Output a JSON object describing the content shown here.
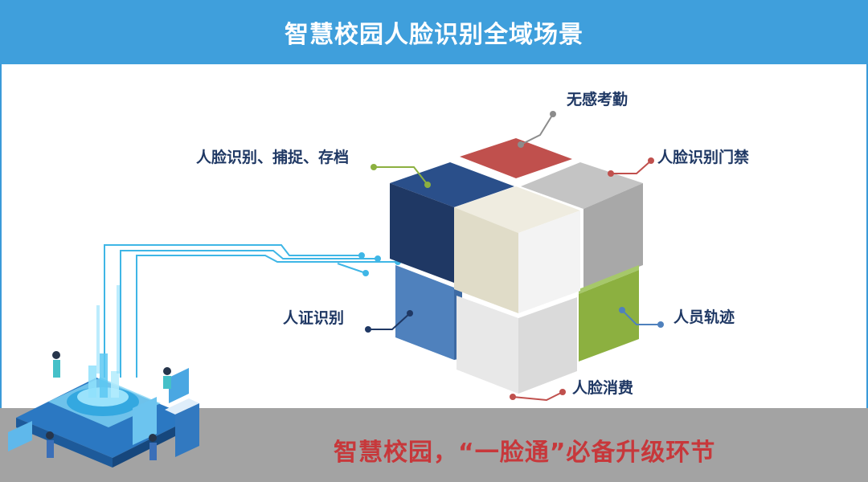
{
  "header": {
    "title": "智慧校园人脸识别全域场景"
  },
  "labels": {
    "attendance": "无感考勤",
    "capture": "人脸识别、捕捉、存档",
    "gate": "人脸识别门禁",
    "id_verify": "人证识别",
    "trajectory": "人员轨迹",
    "consumption": "人脸消费"
  },
  "footer": {
    "slogan": "智慧校园，“一脸通”必备升级环节"
  },
  "colors": {
    "header": "#3f9fdc",
    "navy": "#1f3864",
    "red": "#c0504d",
    "gray": "#a6a6a6",
    "beige": "#e3e0cf",
    "blue": "#4f81bd",
    "green": "#8cb040",
    "slogan": "#c7383b"
  }
}
